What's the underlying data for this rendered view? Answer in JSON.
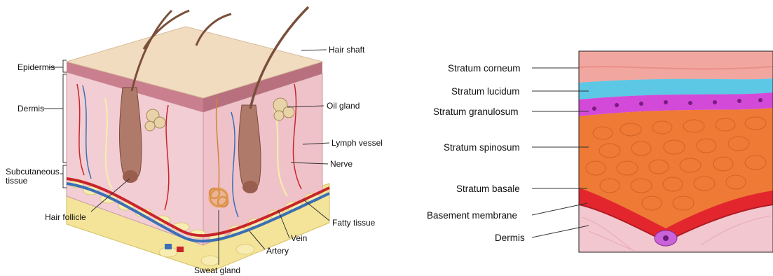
{
  "left_diagram": {
    "labels": {
      "epidermis": "Epidermis",
      "dermis": "Dermis",
      "subcutaneous_line1": "Subcutaneous",
      "subcutaneous_line2": "tissue",
      "hair_follicle": "Hair follicle",
      "hair_shaft": "Hair shaft",
      "oil_gland": "Oil gland",
      "lymph_vessel": "Lymph vessel",
      "nerve": "Nerve",
      "fatty_tissue": "Fatty tissue",
      "vein": "Vein",
      "artery": "Artery",
      "sweat_gland": "Sweat gland"
    }
  },
  "right_diagram": {
    "labels": {
      "stratum_corneum": "Stratum corneum",
      "stratum_lucidum": "Stratum lucidum",
      "stratum_granulosum": "Stratum granulosum",
      "stratum_spinosum": "Stratum spinosum",
      "stratum_basale": "Stratum basale",
      "basement_membrane": "Basement membrane",
      "dermis": "Dermis"
    }
  },
  "colors": {
    "epidermis_top": "#f1dcc0",
    "dermis_pink": "#f2cdd3",
    "fat_yellow": "#f3e49a",
    "artery_red": "#c8242a",
    "vein_blue": "#3a6fb5",
    "corneum": "#f1a7a0",
    "lucidum": "#5cc8e6",
    "granulosum": "#d44ad8",
    "spinosum": "#ee7a36",
    "basale": "#e3262d",
    "dermis_light": "#f3c7cf"
  }
}
